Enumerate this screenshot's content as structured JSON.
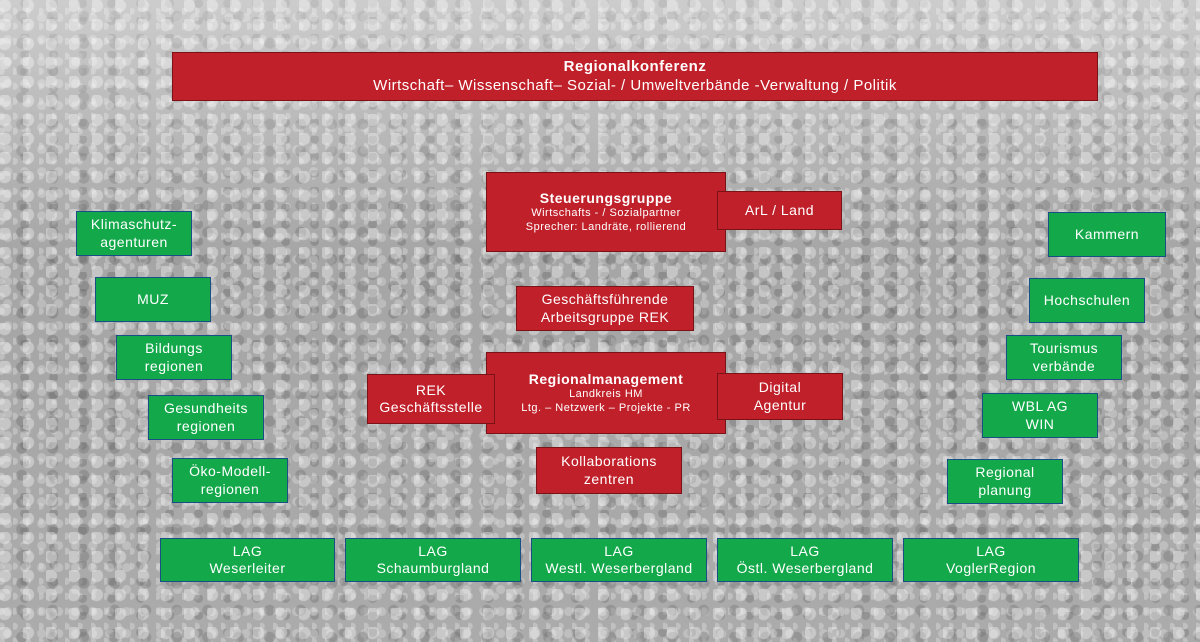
{
  "konferenz": {
    "title": "Regionalkonferenz",
    "subtitle": "Wirtschaft– Wissenschaft– Sozial- / Umweltverbände -Verwaltung / Politik"
  },
  "steuerung": {
    "title": "Steuerungsgruppe",
    "line1": "Wirtschafts - / Sozialpartner",
    "line2": "Sprecher: Landräte, rollierend"
  },
  "arl": {
    "label": "ArL / Land"
  },
  "gf": {
    "line1": "Geschäftsführende",
    "line2": "Arbeitsgruppe REK"
  },
  "rm": {
    "title": "Regionalmanagement",
    "line1": "Landkreis HM",
    "line2": "Ltg. – Netzwerk – Projekte - PR"
  },
  "rek": {
    "line1": "REK",
    "line2": "Geschäftsstelle"
  },
  "digital": {
    "line1": "Digital",
    "line2": "Agentur"
  },
  "kollab": {
    "line1": "Kollaborations",
    "line2": "zentren"
  },
  "left": {
    "klima": {
      "line1": "Klimaschutz-",
      "line2": "agenturen"
    },
    "muz": {
      "line1": "MUZ"
    },
    "bildung": {
      "line1": "Bildungs",
      "line2": "regionen"
    },
    "gesundheit": {
      "line1": "Gesundheits",
      "line2": "regionen"
    },
    "oeko": {
      "line1": "Öko-Modell-",
      "line2": "regionen"
    }
  },
  "right": {
    "kammern": {
      "line1": "Kammern"
    },
    "hochschulen": {
      "line1": "Hochschulen"
    },
    "tourismus": {
      "line1": "Tourismus",
      "line2": "verbände"
    },
    "wbl": {
      "line1": "WBL AG",
      "line2": "WIN"
    },
    "regional": {
      "line1": "Regional",
      "line2": "planung"
    }
  },
  "lag": [
    {
      "line1": "LAG",
      "line2": "Weserleiter"
    },
    {
      "line1": "LAG",
      "line2": "Schaumburgland"
    },
    {
      "line1": "LAG",
      "line2": "Westl. Weserbergland"
    },
    {
      "line1": "LAG",
      "line2": "Östl. Weserbergland"
    },
    {
      "line1": "LAG",
      "line2": "VoglerRegion"
    }
  ],
  "colors": {
    "red": "#c0202a",
    "green": "#13a84a",
    "background": "#8f8f8f"
  }
}
